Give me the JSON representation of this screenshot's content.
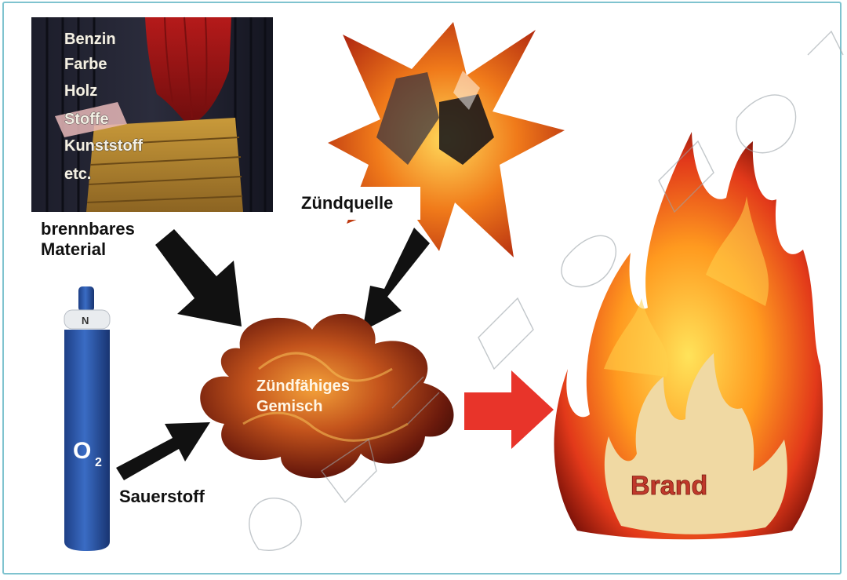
{
  "materials": {
    "items": [
      "Benzin",
      "Farbe",
      "Holz",
      "Stoffe",
      "Kunststoff",
      "etc."
    ],
    "caption_line1": "brennbares",
    "caption_line2": "Material"
  },
  "ignition": {
    "label": "Zündquelle"
  },
  "oxygen": {
    "cylinder_symbol": "O",
    "subscript": "2",
    "label": "Sauerstoff"
  },
  "mixture": {
    "line1": "Zündfähiges",
    "line2": "Gemisch"
  },
  "fire": {
    "label": "Brand"
  },
  "colors": {
    "frame": "#7fc3cf",
    "arrow_black": "#111111",
    "arrow_red": "#e8342a",
    "cylinder_blue": "#2e5aa8",
    "brand_text": "#c0392b",
    "inner_flame": "#f0d9a3"
  },
  "icons": [
    "stage-photo",
    "explosion-icon",
    "oxygen-cylinder-icon",
    "flame-cloud",
    "big-flame-icon",
    "watermark-diagonal"
  ]
}
